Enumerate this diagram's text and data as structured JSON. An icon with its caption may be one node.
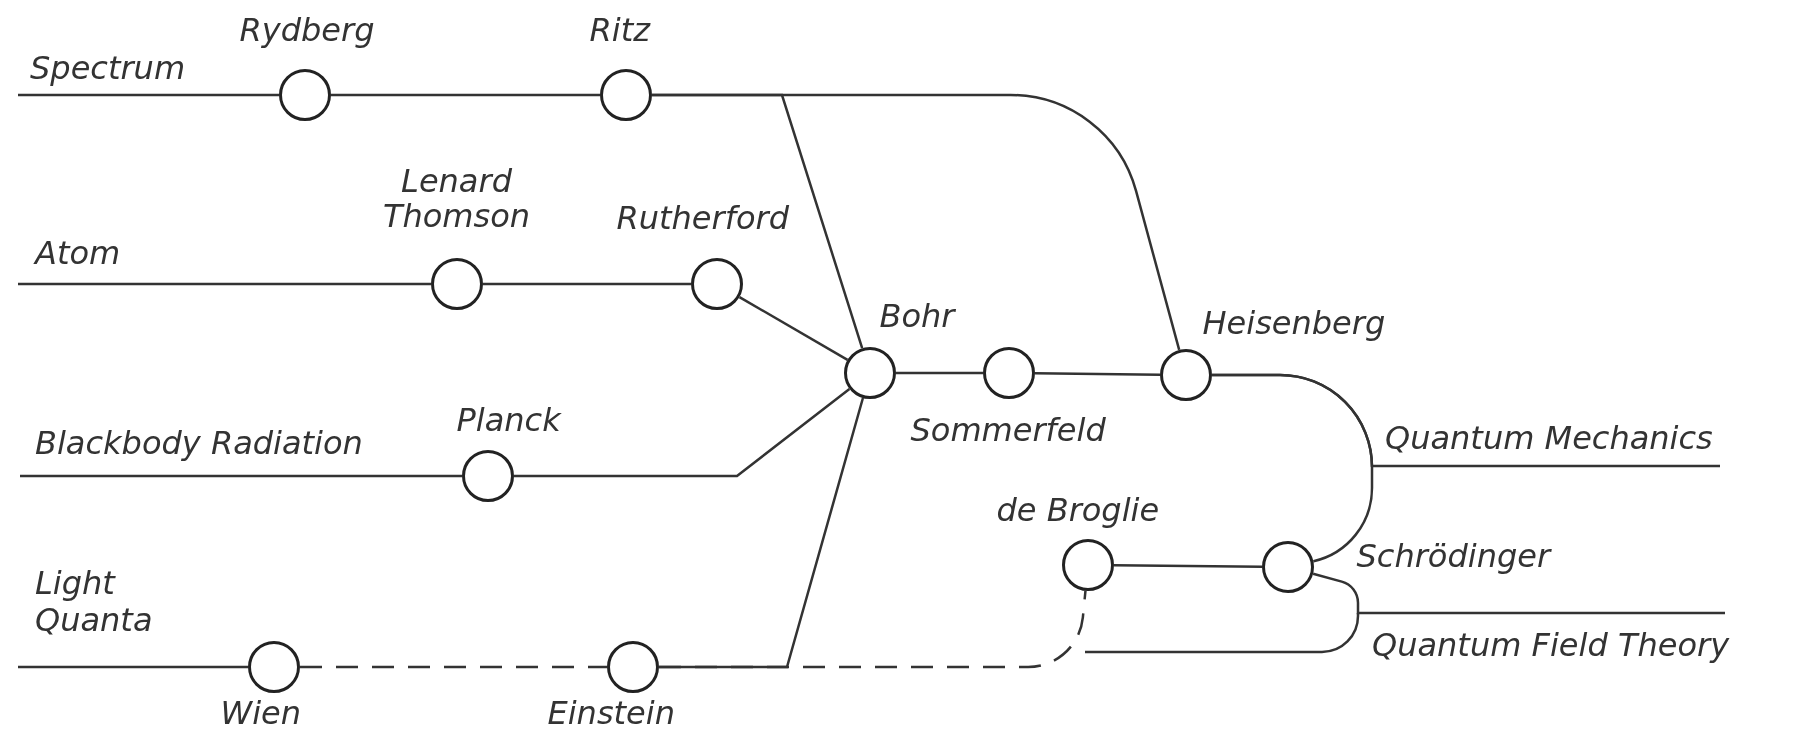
{
  "diagram": {
    "nodes": [
      {
        "text": [
          "Rydberg"
        ]
      },
      {
        "text": [
          "Ritz"
        ]
      },
      {
        "text": [
          "Lenard Thomson"
        ]
      },
      {
        "text": [
          "Rutherford"
        ]
      },
      {
        "text": [
          "Planck"
        ]
      },
      {
        "text": [
          "Wien"
        ]
      },
      {
        "text": [
          "Einstein"
        ]
      },
      {
        "text": [
          "Bohr"
        ]
      },
      {
        "text": [
          "Sommerfeld"
        ]
      },
      {
        "text": [
          "Heisenberg"
        ]
      },
      {
        "text": [
          "de Broglie"
        ]
      },
      {
        "text": [
          "Schrödinger"
        ]
      }
    ],
    "edges": [
      {
        "from": null,
        "to": 0,
        "arrow": "none",
        "label": "Spectrum"
      },
      {
        "from": 0,
        "to": 1,
        "arrow": "none"
      },
      {
        "from": 1,
        "to": 7,
        "arrow": "none"
      },
      {
        "from": 1,
        "to": 9,
        "arrow": "none"
      },
      {
        "from": null,
        "to": 2,
        "arrow": "none",
        "label": "Atom"
      },
      {
        "from": 2,
        "to": 3,
        "arrow": "none"
      },
      {
        "from": 3,
        "to": 7,
        "arrow": "none"
      },
      {
        "from": null,
        "to": 4,
        "arrow": "none",
        "label": "Blackbody Radiation"
      },
      {
        "from": 4,
        "to": 7,
        "arrow": "none"
      },
      {
        "from": null,
        "to": 5,
        "arrow": "none",
        "label": "Light Quanta"
      },
      {
        "from": 5,
        "to": 6,
        "arrow": "none",
        "style": "dashed"
      },
      {
        "from": 6,
        "to": 7,
        "arrow": "none"
      },
      {
        "from": 6,
        "to": 10,
        "arrow": "none",
        "style": "dashed"
      },
      {
        "from": 7,
        "to": 8,
        "arrow": "none"
      },
      {
        "from": 8,
        "to": 9,
        "arrow": "none"
      },
      {
        "from": 9,
        "to": 11,
        "arrow": "none"
      },
      {
        "from": 9,
        "to": null,
        "arrow": "none",
        "label": "Quantum Mechanics"
      },
      {
        "from": 10,
        "to": 11,
        "arrow": "none"
      },
      {
        "from": 11,
        "to": null,
        "arrow": "none",
        "label": "Quantum Field Theory"
      }
    ]
  }
}
